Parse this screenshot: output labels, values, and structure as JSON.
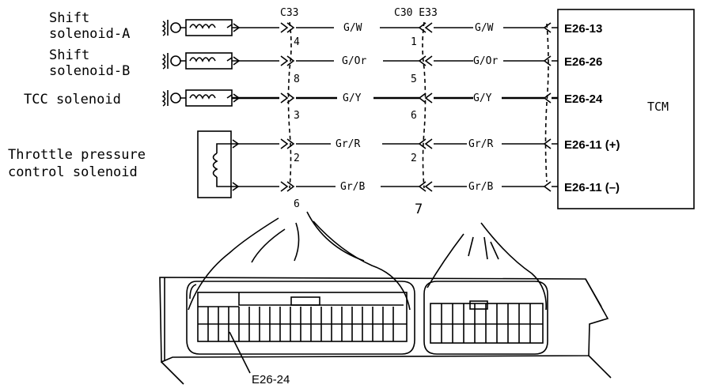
{
  "components": {
    "shift_a": [
      "Shift",
      "solenoid-A"
    ],
    "shift_b": [
      "Shift",
      "solenoid-B"
    ],
    "tcc": "TCC solenoid",
    "throttle": [
      "Throttle pressure",
      "control solenoid"
    ]
  },
  "connectors": {
    "c33": "C33",
    "c30_e33": "C30 E33"
  },
  "pins_left": [
    "4",
    "8",
    "3",
    "2",
    "6"
  ],
  "pins_mid": [
    "1",
    "5",
    "6",
    "2",
    "7"
  ],
  "wires": [
    {
      "left": "G/W",
      "right": "G/W",
      "terminal": "E26-13"
    },
    {
      "left": "G/Or",
      "right": "G/Or",
      "terminal": "E26-26"
    },
    {
      "left": "G/Y",
      "right": "G/Y",
      "terminal": "E26-24"
    },
    {
      "left": "Gr/R",
      "right": "Gr/R",
      "terminal": "E26-11 (+)"
    },
    {
      "left": "Gr/B",
      "right": "Gr/B",
      "terminal": "E26-11 (–)"
    }
  ],
  "tcm_label": "TCM",
  "callout": "E26-24"
}
